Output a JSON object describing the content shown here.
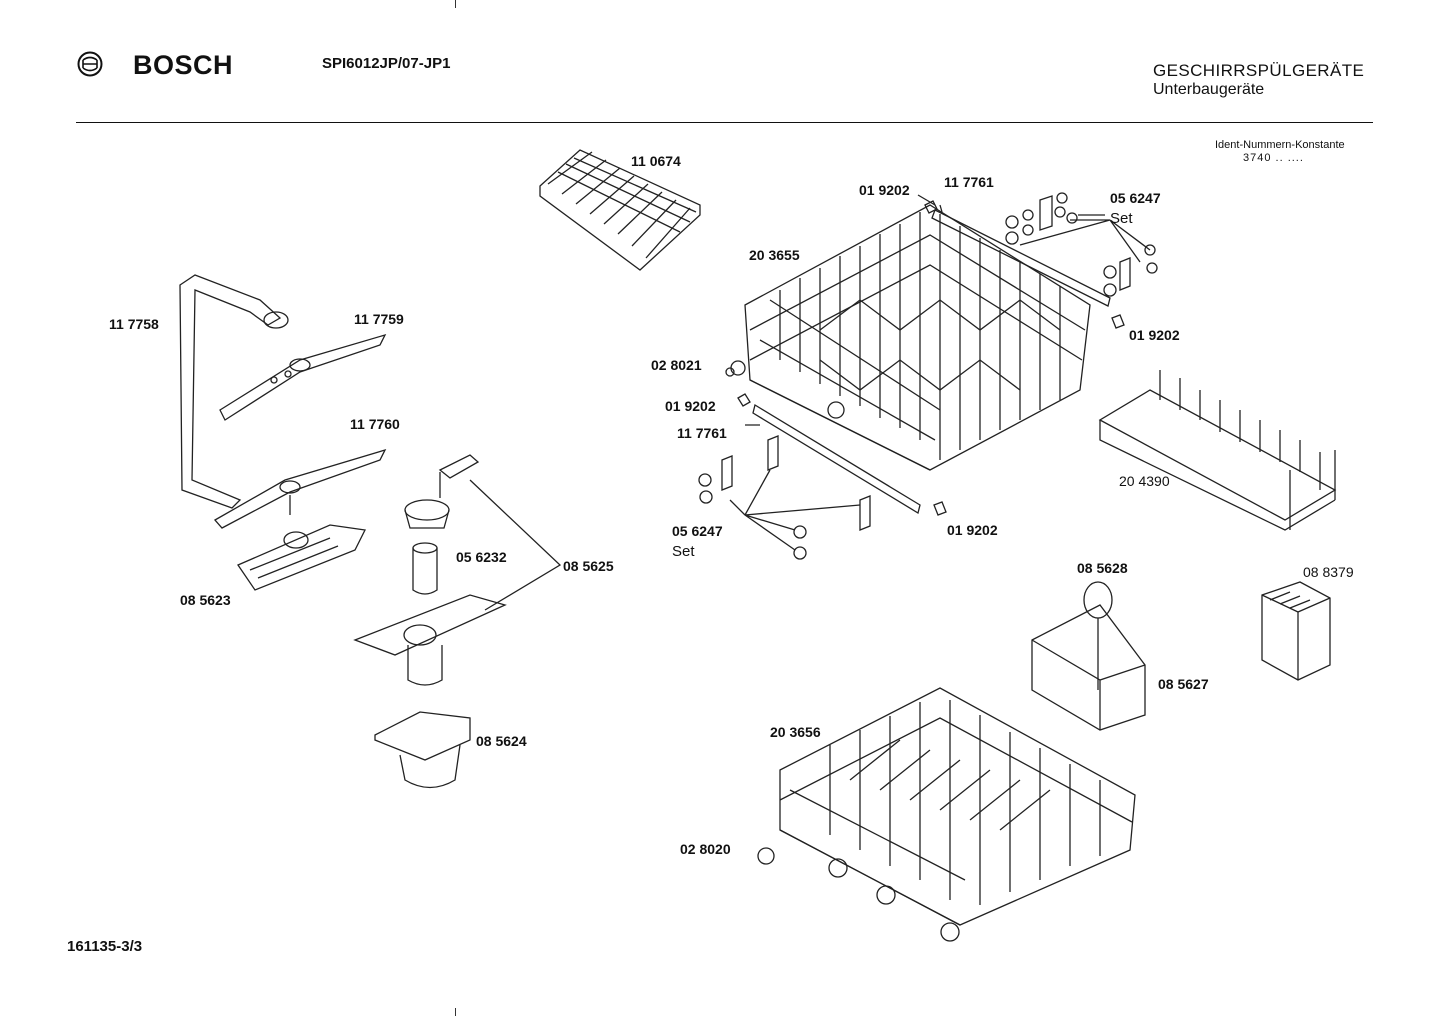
{
  "header": {
    "brand": "BOSCH",
    "model": "SPI6012JP/07-JP1",
    "category_title": "GESCHIRRSPÜLGERÄTE",
    "category_subtitle": "Unterbaugeräte",
    "ident_title": "Ident-Nummern-Konstante",
    "ident_value": "3740 .. ...."
  },
  "footer": {
    "document_id": "161135-3/3"
  },
  "parts": [
    {
      "id": "p-110674",
      "number": "11 0674"
    },
    {
      "id": "p-019202-a",
      "number": "01 9202"
    },
    {
      "id": "p-117761-a",
      "number": "11 7761"
    },
    {
      "id": "p-056247-a",
      "number": "05 6247"
    },
    {
      "id": "p-set-a",
      "number": "Set"
    },
    {
      "id": "p-203655",
      "number": "20 3655"
    },
    {
      "id": "p-117758",
      "number": "11 7758"
    },
    {
      "id": "p-117759",
      "number": "11 7759"
    },
    {
      "id": "p-019202-b",
      "number": "01 9202"
    },
    {
      "id": "p-028021",
      "number": "02 8021"
    },
    {
      "id": "p-019202-c",
      "number": "01 9202"
    },
    {
      "id": "p-117761-b",
      "number": "11 7761"
    },
    {
      "id": "p-117760",
      "number": "11 7760"
    },
    {
      "id": "p-204390",
      "number": "20 4390"
    },
    {
      "id": "p-056247-b",
      "number": "05 6247"
    },
    {
      "id": "p-set-b",
      "number": "Set"
    },
    {
      "id": "p-019202-d",
      "number": "01 9202"
    },
    {
      "id": "p-056232",
      "number": "05 6232"
    },
    {
      "id": "p-085625",
      "number": "08 5625"
    },
    {
      "id": "p-085623",
      "number": "08 5623"
    },
    {
      "id": "p-085628",
      "number": "08 5628"
    },
    {
      "id": "p-088379",
      "number": "08 8379"
    },
    {
      "id": "p-085627",
      "number": "08 5627"
    },
    {
      "id": "p-203656",
      "number": "20 3656"
    },
    {
      "id": "p-085624",
      "number": "08 5624"
    },
    {
      "id": "p-028020",
      "number": "02 8020"
    }
  ]
}
